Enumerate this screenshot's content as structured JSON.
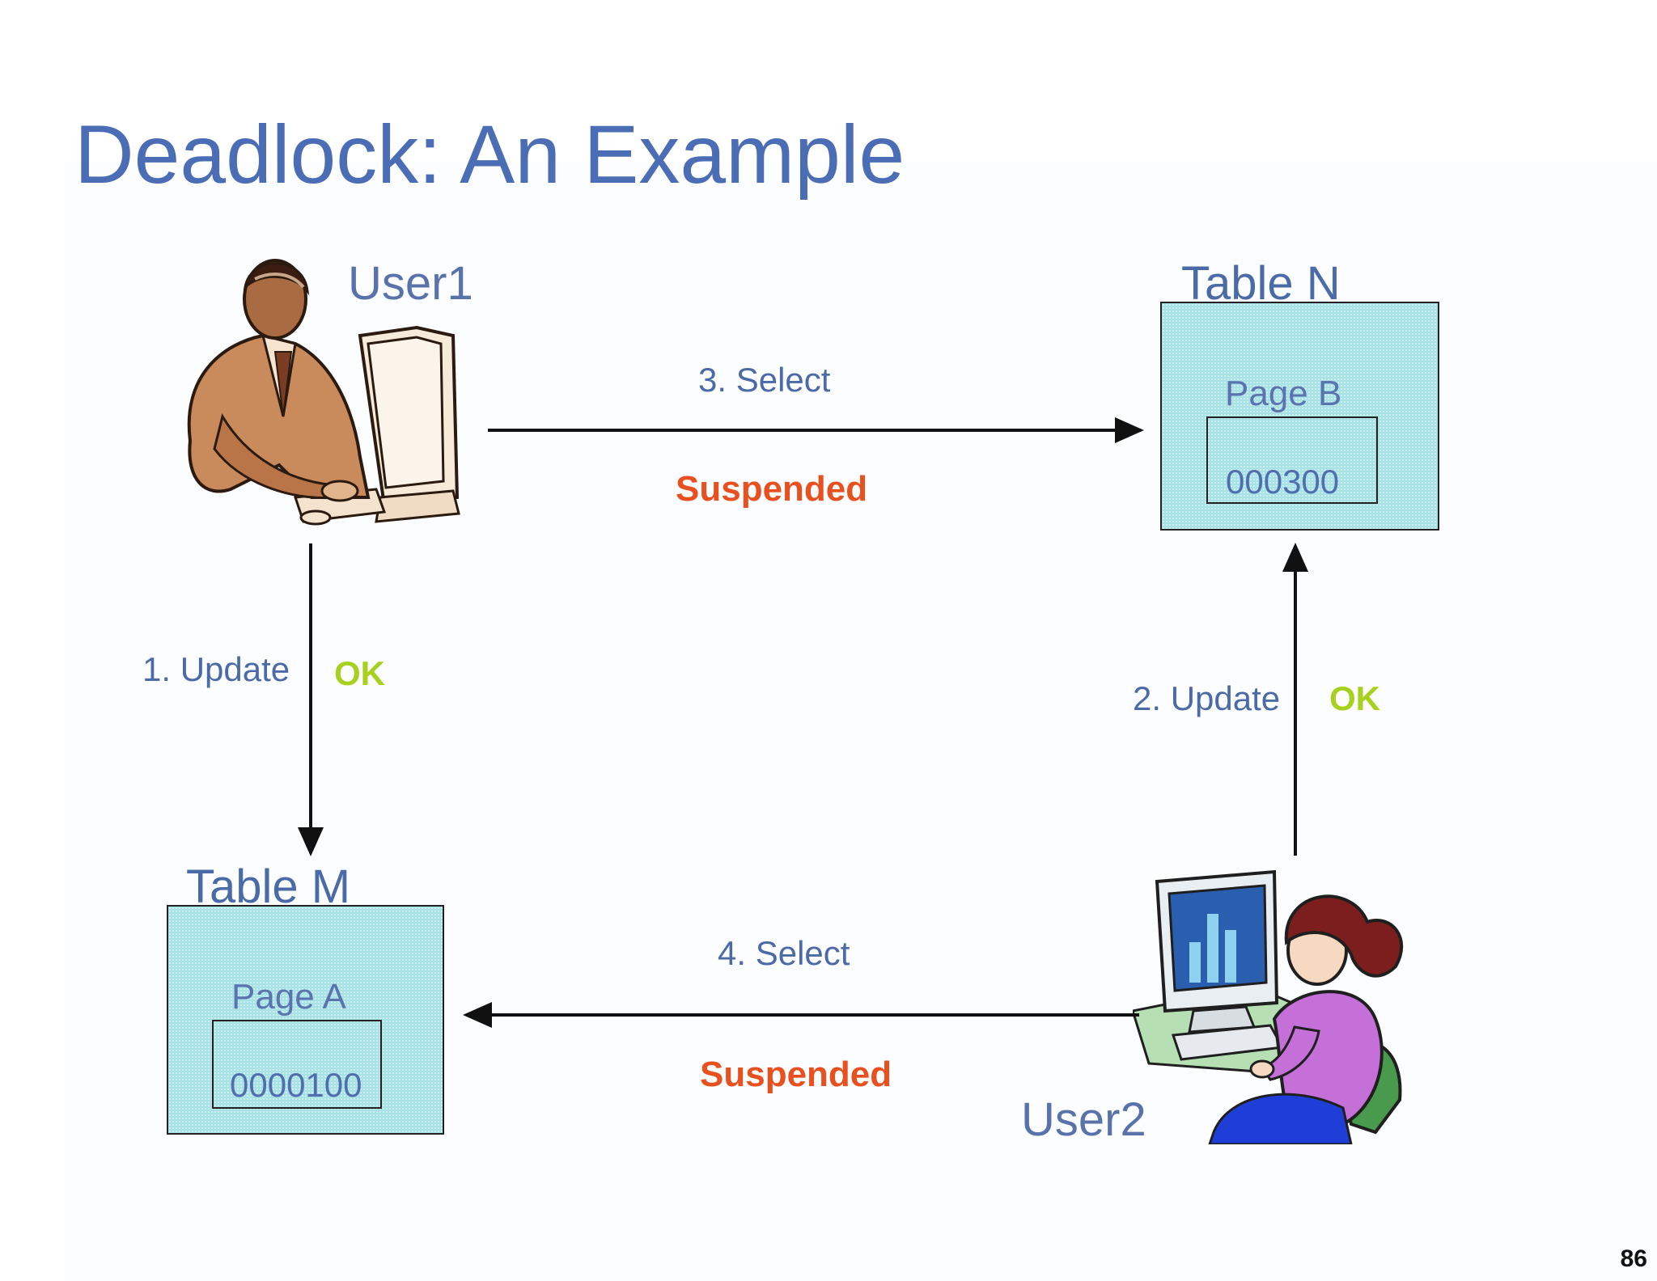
{
  "slide": {
    "title": "Deadlock: An Example",
    "page_number": "86"
  },
  "users": {
    "user1": {
      "label": "User1",
      "icon": "man-at-computer-icon"
    },
    "user2": {
      "label": "User2",
      "icon": "woman-at-computer-icon"
    }
  },
  "tables": {
    "table_n": {
      "label": "Table N",
      "page_label": "Page B",
      "page_value": "000300"
    },
    "table_m": {
      "label": "Table M",
      "page_label": "Page A",
      "page_value": "0000100"
    }
  },
  "operations": {
    "op1": {
      "label": "1. Update",
      "result": "OK"
    },
    "op2": {
      "label": "2. Update",
      "result": "OK"
    },
    "op3": {
      "label": "3. Select",
      "result": "Suspended"
    },
    "op4": {
      "label": "4. Select",
      "result": "Suspended"
    }
  },
  "colors": {
    "title": "#4a6db5",
    "table_fill": "#a9e2e4",
    "ok": "#a8d11f",
    "suspended": "#e8511f"
  }
}
